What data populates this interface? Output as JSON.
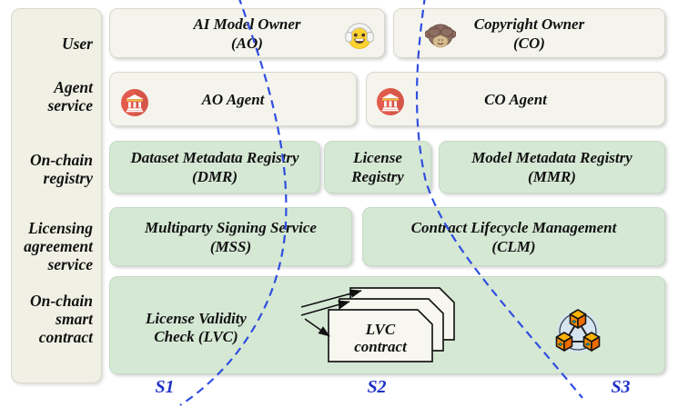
{
  "colors": {
    "background": "#ffffff",
    "green_box": "#d5e8d4",
    "light_box": "#f4f4ed",
    "legend_column": "#f0f0e4",
    "dash_line": "#2f4ee0",
    "scenario_label_blue": "#1e32c8",
    "text": "#111111",
    "agent_icon_red": "#e25b4d",
    "cube_orange": "#fb8c00",
    "chain_circle_blue": "#d6e4f0"
  },
  "legend": {
    "layers": [
      {
        "line1": "User",
        "line2": "",
        "line3": ""
      },
      {
        "line1": "Agent",
        "line2": "service",
        "line3": ""
      },
      {
        "line1": "On-chain",
        "line2": "registry",
        "line3": ""
      },
      {
        "line1": "Licensing",
        "line2": "agreement",
        "line3": "service"
      },
      {
        "line1": "On-chain",
        "line2": "smart",
        "line3": "contract"
      }
    ]
  },
  "nodes": {
    "ai_model_owner": {
      "line1": "AI Model Owner",
      "line2": "(AO)",
      "icon": "headphones-face-emoji"
    },
    "copyright_owner": {
      "line1": "Copyright Owner",
      "line2": "(CO)",
      "icon": "see-no-evil-monkey-emoji"
    },
    "ao_agent": {
      "label": "AO Agent",
      "icon": "bank-icon"
    },
    "co_agent": {
      "label": "CO Agent",
      "icon": "bank-icon"
    },
    "dmr": {
      "line1": "Dataset Metadata Registry",
      "line2": "(DMR)"
    },
    "license_registry": {
      "line1": "License",
      "line2": "Registry"
    },
    "mmr": {
      "line1": "Model Metadata Registry",
      "line2": "(MMR)"
    },
    "mss": {
      "line1": "Multiparty Signing Service",
      "line2": "(MSS)"
    },
    "clm": {
      "line1": "Contract Lifecycle Management",
      "line2": "(CLM)"
    },
    "lvc": {
      "line1": "License Validity",
      "line2": "Check (LVC)"
    },
    "lvc_contract": {
      "line1": "LVC",
      "line2": "contract",
      "icon": "document-stack"
    },
    "smart_contract_network": {
      "icon": "blockchain-cubes-icon"
    }
  },
  "scenarios": {
    "s1": "S1",
    "s2": "S2",
    "s3": "S3"
  }
}
